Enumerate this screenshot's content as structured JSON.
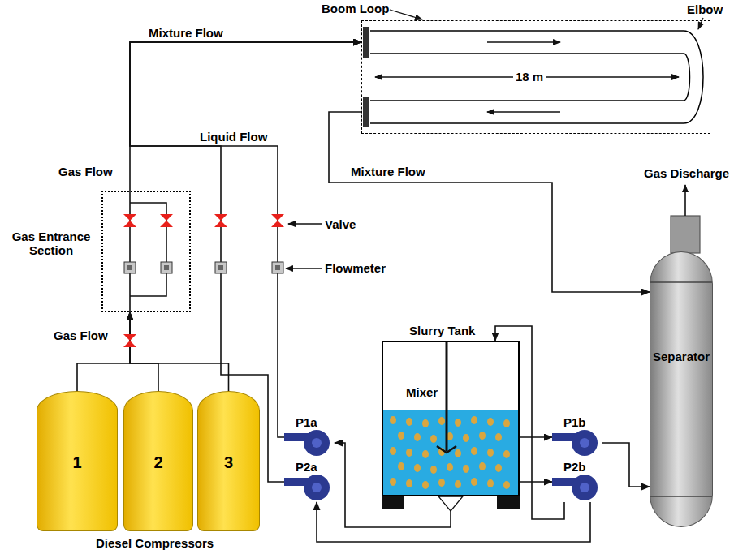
{
  "diagram": {
    "nodes": [
      {
        "text": [
          "Boom Loop"
        ]
      },
      {
        "text": [
          "Gas Entrance Section"
        ]
      },
      {
        "text": [
          "P1a"
        ]
      },
      {
        "text": [
          "P2a"
        ]
      },
      {
        "text": [
          "Slurry Tank",
          "Mixer"
        ]
      },
      {
        "text": [
          "P1b"
        ]
      },
      {
        "text": [
          "P2b"
        ]
      },
      {
        "text": [
          "Separator"
        ]
      },
      {
        "text": [
          "1"
        ]
      },
      {
        "text": [
          "2"
        ]
      },
      {
        "text": [
          "3"
        ]
      }
    ],
    "edges": [
      {
        "from": 8,
        "to": 1,
        "arrow": "to"
      },
      {
        "from": 9,
        "to": 1,
        "arrow": "to"
      },
      {
        "from": 10,
        "to": 1,
        "arrow": "to"
      },
      {
        "from": 1,
        "to": 0,
        "arrow": "to"
      },
      {
        "from": 2,
        "to": 0,
        "arrow": "to"
      },
      {
        "from": 3,
        "to": 0,
        "arrow": "to"
      },
      {
        "from": 0,
        "to": 7,
        "arrow": "to"
      },
      {
        "from": 4,
        "to": 2,
        "arrow": "to"
      },
      {
        "from": 4,
        "to": 5,
        "arrow": "to"
      },
      {
        "from": 5,
        "to": 7,
        "arrow": "to"
      },
      {
        "from": 4,
        "to": 6,
        "arrow": "to"
      },
      {
        "from": 6,
        "to": 4,
        "arrow": "to"
      },
      {
        "from": 6,
        "to": 3,
        "arrow": "to"
      }
    ],
    "labels": [
      "Mixture Flow",
      "Elbow",
      "18 m",
      "Liquid Flow",
      "Gas Flow",
      "Gas Discharge",
      "Valve",
      "Flowmeter",
      "Mixture Flow",
      "Gas Flow",
      "Diesel Compressors"
    ]
  }
}
